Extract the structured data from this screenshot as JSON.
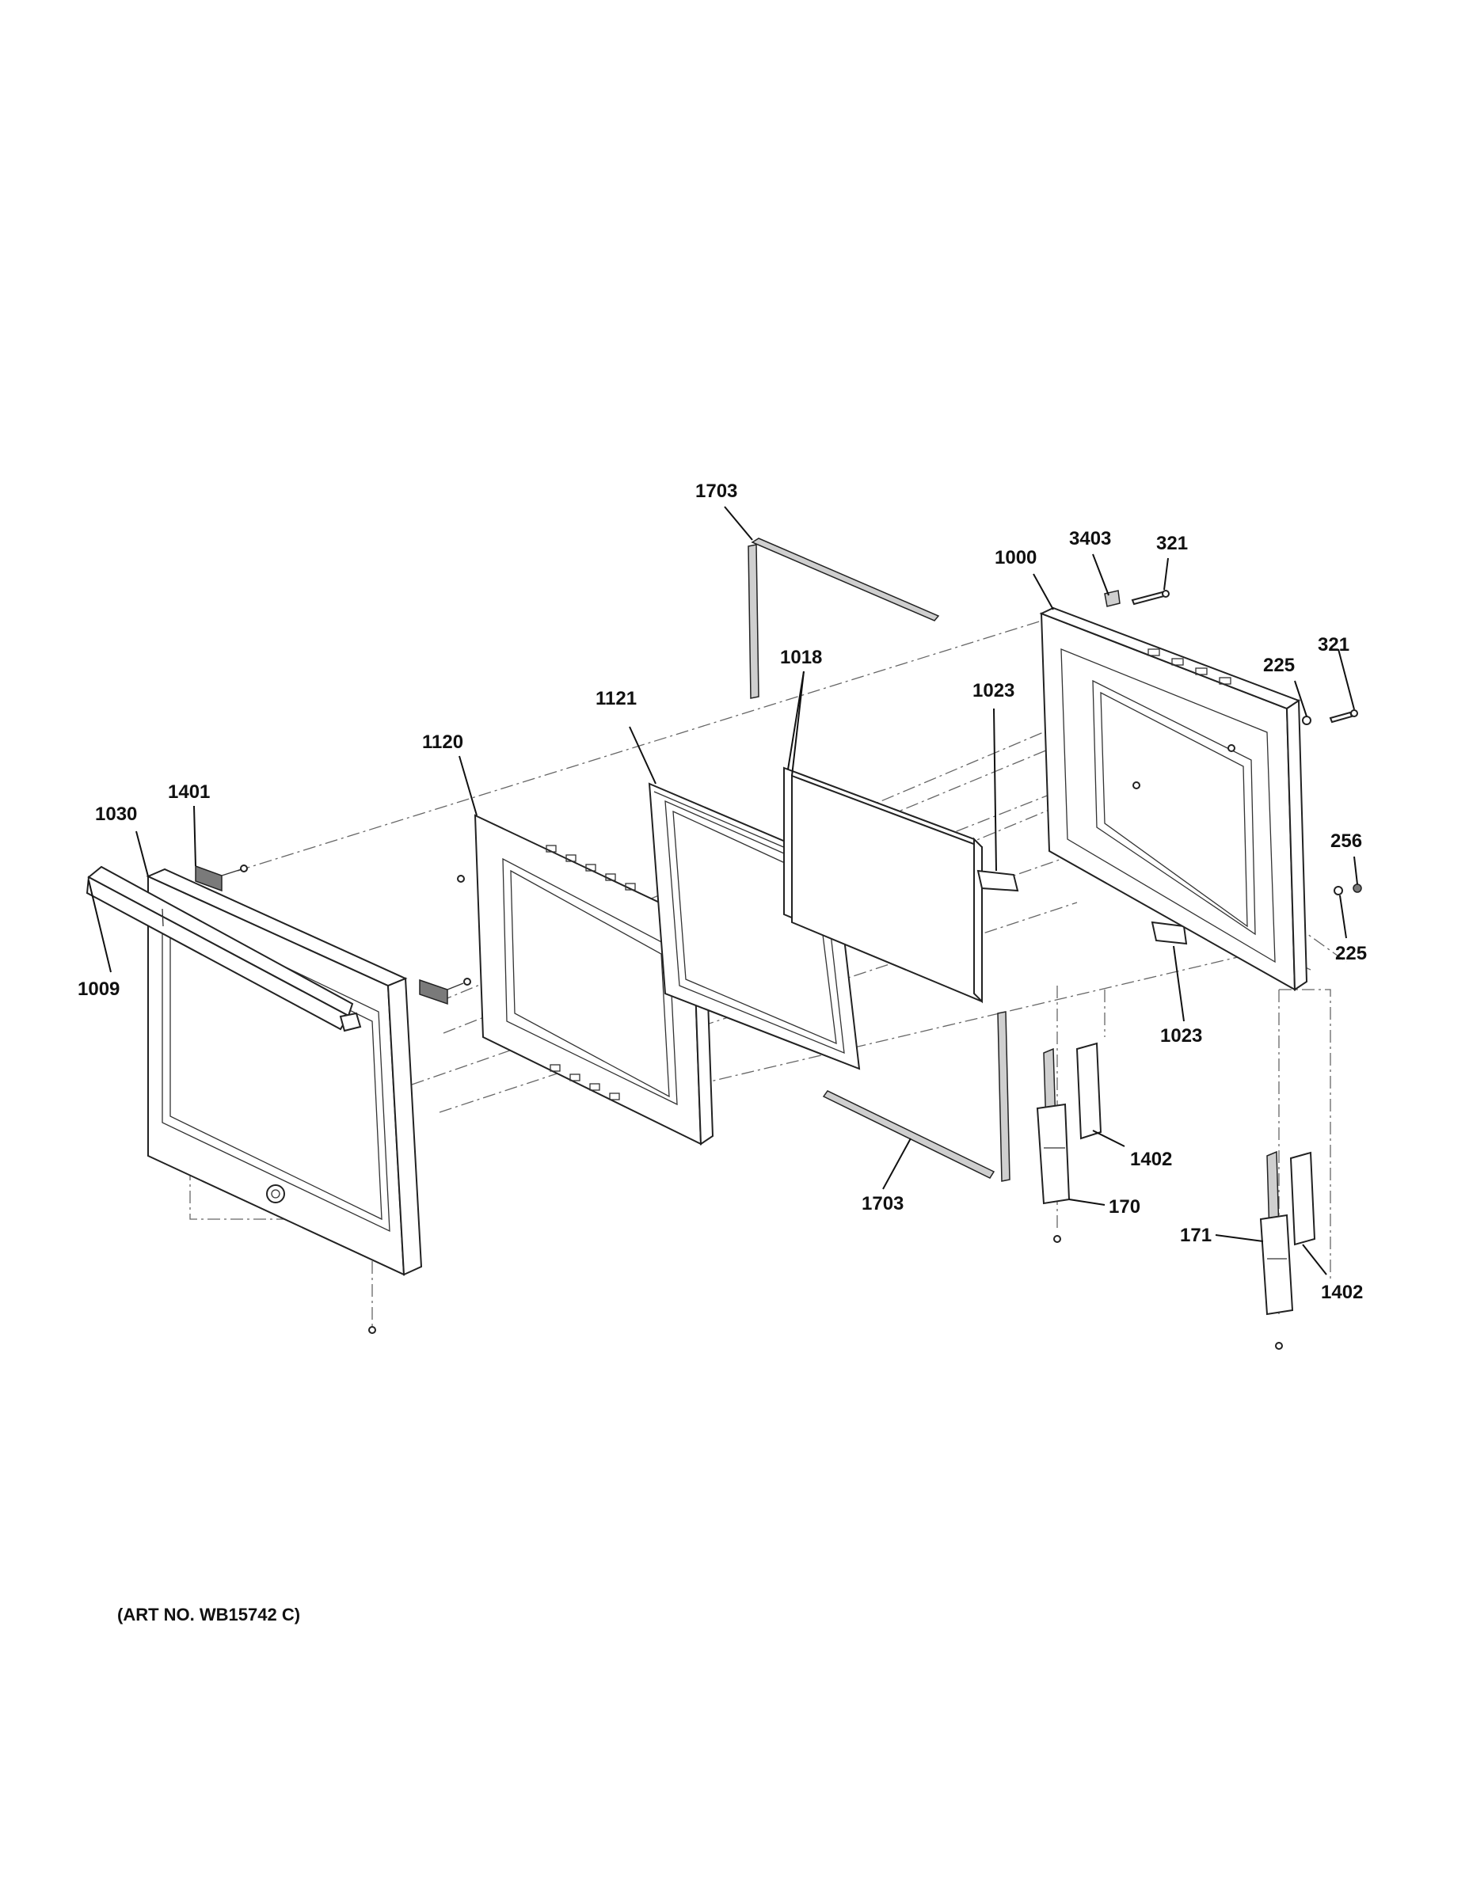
{
  "diagram": {
    "art_number": "(ART NO. WB15742 C)",
    "callouts": [
      {
        "id": "c-1703-top",
        "label": "1703"
      },
      {
        "id": "c-3403",
        "label": "3403"
      },
      {
        "id": "c-321-top",
        "label": "321"
      },
      {
        "id": "c-1000",
        "label": "1000"
      },
      {
        "id": "c-225-top",
        "label": "225"
      },
      {
        "id": "c-321-right",
        "label": "321"
      },
      {
        "id": "c-1018",
        "label": "1018"
      },
      {
        "id": "c-1121",
        "label": "1121"
      },
      {
        "id": "c-1023-top",
        "label": "1023"
      },
      {
        "id": "c-1120",
        "label": "1120"
      },
      {
        "id": "c-1401",
        "label": "1401"
      },
      {
        "id": "c-1030",
        "label": "1030"
      },
      {
        "id": "c-256",
        "label": "256"
      },
      {
        "id": "c-225-bottom",
        "label": "225"
      },
      {
        "id": "c-1009",
        "label": "1009"
      },
      {
        "id": "c-1023-bottom",
        "label": "1023"
      },
      {
        "id": "c-1402-mid",
        "label": "1402"
      },
      {
        "id": "c-170",
        "label": "170"
      },
      {
        "id": "c-1703-bottom",
        "label": "1703"
      },
      {
        "id": "c-171",
        "label": "171"
      },
      {
        "id": "c-1402-bottom",
        "label": "1402"
      }
    ]
  }
}
